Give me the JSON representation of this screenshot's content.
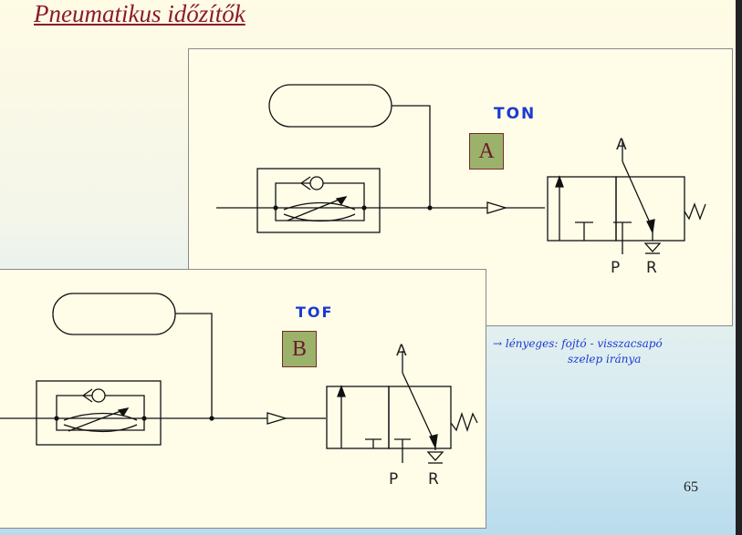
{
  "slide": {
    "title": "Pneumatikus időzítők",
    "page_number": "65"
  },
  "diagram_a": {
    "box_label": "A",
    "mode": "TON",
    "port_top": "A",
    "port_p": "P",
    "port_r": "R"
  },
  "diagram_b": {
    "box_label": "B",
    "mode": "TOF",
    "port_top": "A",
    "port_p": "P",
    "port_r": "R"
  },
  "annotation": {
    "line1": "→ lényeges: fojtó - visszacsapó",
    "line2": "szelep iránya"
  },
  "colors": {
    "title": "#8b1a2e",
    "handwriting": "#1a3ad0",
    "label_box": "#9bb26a"
  }
}
